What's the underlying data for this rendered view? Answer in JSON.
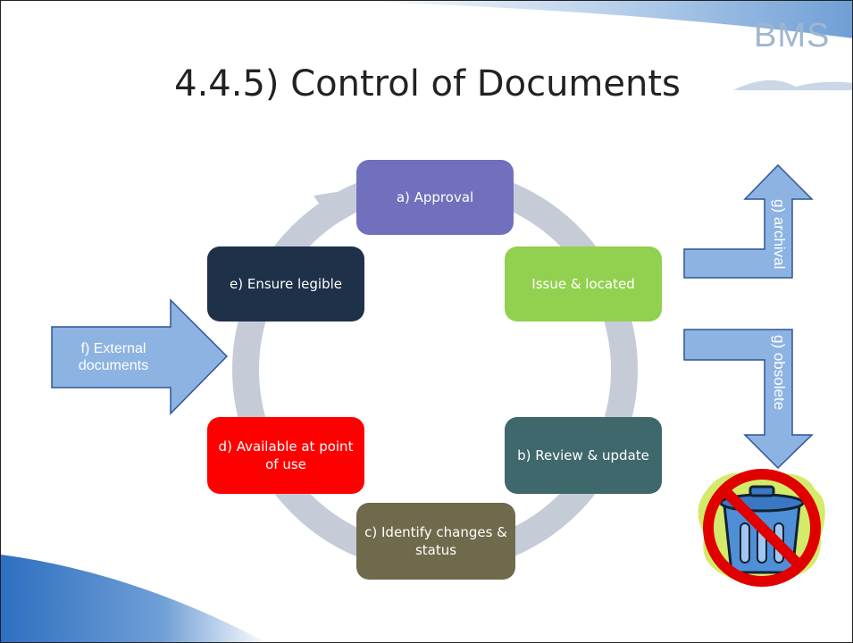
{
  "slide": {
    "title": "4.4.5) Control of Documents",
    "logo_text": "BMS"
  },
  "cycle": {
    "steps": [
      {
        "id": "approval",
        "label": "a) Approval",
        "color": "#7070bd"
      },
      {
        "id": "issue",
        "label": "Issue & located",
        "color": "#92d050"
      },
      {
        "id": "review",
        "label": "b) Review & update",
        "color": "#3f686c"
      },
      {
        "id": "identify",
        "label": "c) Identify changes & status",
        "color": "#6f6a4b"
      },
      {
        "id": "available",
        "label": "d) Available at point of use",
        "color": "#ff0000"
      },
      {
        "id": "legible",
        "label": "e) Ensure legible",
        "color": "#1f3049"
      }
    ],
    "ring_color": "#c5ccd8"
  },
  "side_arrows": {
    "external": "f) External documents",
    "archival": "g) archival",
    "obsolete": "g) obsolete",
    "arrow_fill": "#8db3e2"
  },
  "icons": {
    "trash": "no-trash-icon"
  }
}
